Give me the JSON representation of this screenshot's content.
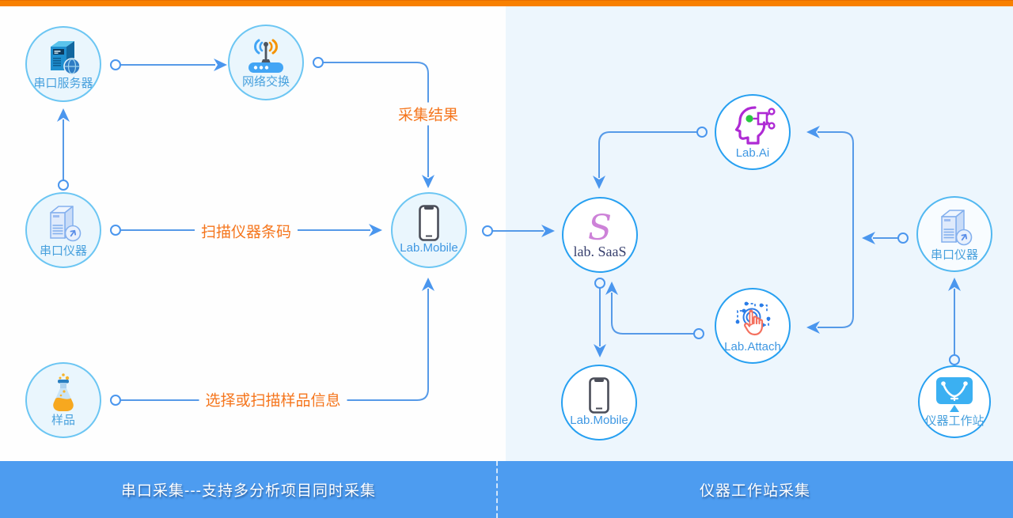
{
  "colors": {
    "top_bar": "#f88000",
    "right_background": "#edf6fd",
    "footer_background": "#4d9cf0",
    "connector_blue": "#569ae8",
    "label_orange": "#f5751c"
  },
  "nodes": {
    "serial_server": {
      "label": "串口服务器",
      "icon": "server-globe-icon"
    },
    "network_switch": {
      "label": "网络交换",
      "icon": "wireless-router-icon"
    },
    "serial_instrument_left": {
      "label": "串口仪器",
      "icon": "tower-server-icon"
    },
    "sample": {
      "label": "样品",
      "icon": "flask-icon"
    },
    "lab_mobile_left": {
      "label": "Lab.Mobile",
      "icon": "smartphone-icon"
    },
    "lab_saas": {
      "label": "lab. SaaS",
      "logo_letter": "S"
    },
    "lab_ai": {
      "label": "Lab.Ai",
      "icon": "ai-head-icon"
    },
    "lab_attach": {
      "label": "Lab.Attach",
      "icon": "touch-circuit-icon"
    },
    "serial_instrument_right": {
      "label": "串口仪器",
      "icon": "tower-server-icon"
    },
    "workstation": {
      "label": "仪器工作站",
      "icon": "workstation-icon"
    },
    "lab_mobile_right": {
      "label": "Lab.Mobile",
      "icon": "smartphone-icon"
    }
  },
  "edge_labels": {
    "collect_result": "采集结果",
    "scan_instrument_barcode": "扫描仪器条码",
    "select_or_scan_sample": "选择或扫描样品信息"
  },
  "footer": {
    "left": "串口采集---支持多分析项目同时采集",
    "right": "仪器工作站采集"
  }
}
